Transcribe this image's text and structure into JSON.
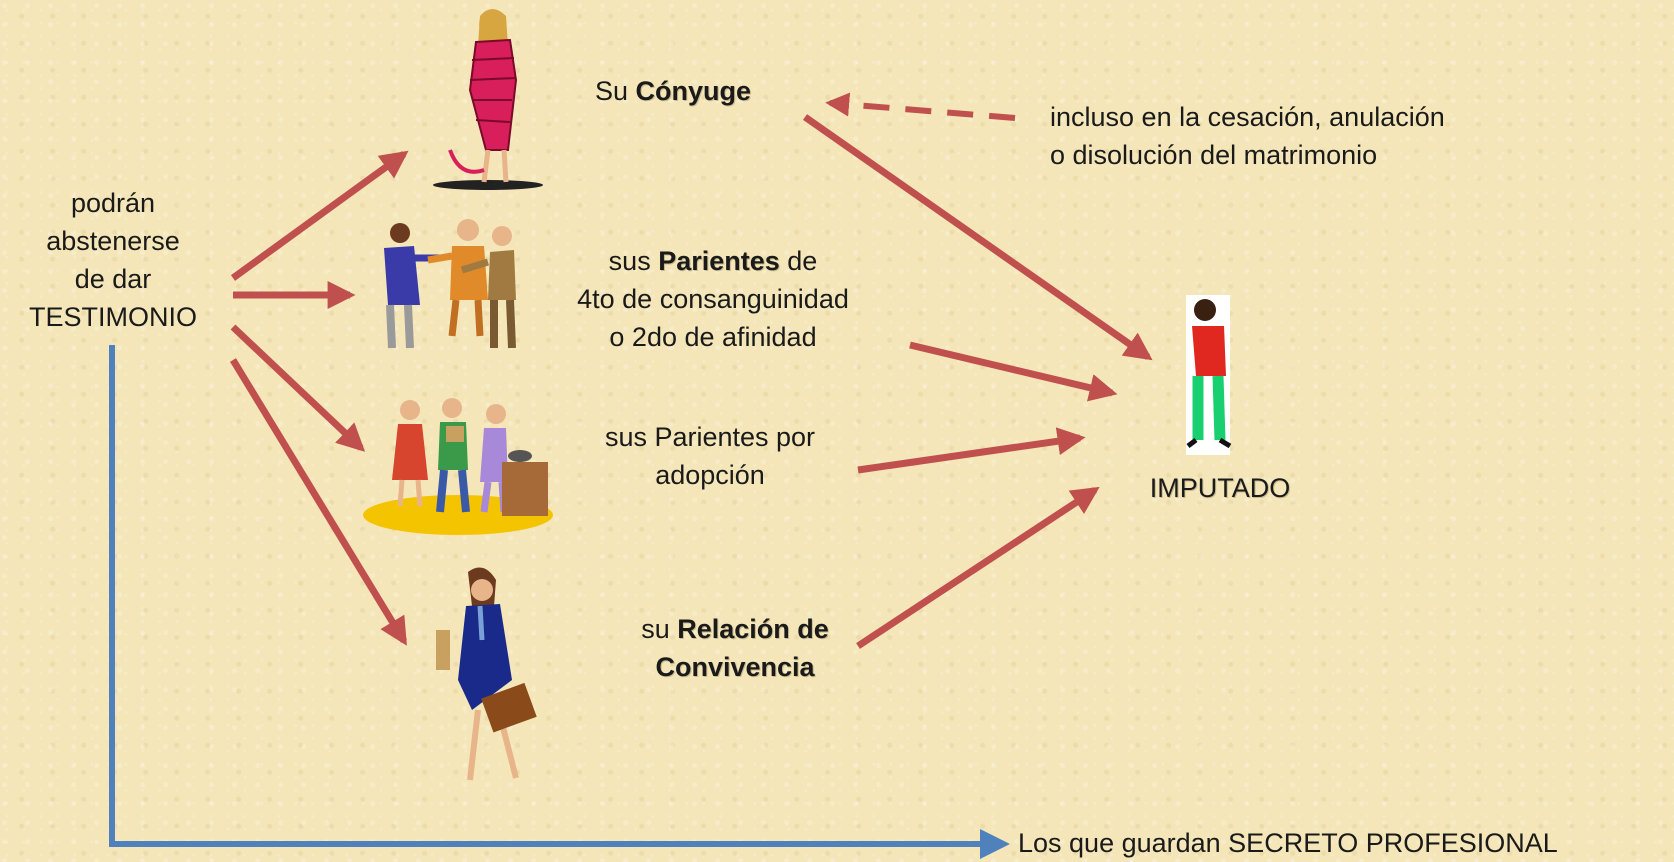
{
  "left_label": {
    "line1": "podrán",
    "line2": "abstenerse",
    "line3": "de dar",
    "line4": "TESTIMONIO"
  },
  "spouse": {
    "prefix": "Su ",
    "bold": "Cónyuge"
  },
  "spouse_note": {
    "line1": "incluso en la cesación, anulación",
    "line2": "o disolución del matrimonio"
  },
  "relatives": {
    "prefix": "sus ",
    "bold": "Parientes",
    "suffix": " de",
    "line2": "4to de consanguinidad",
    "line3": "o 2do de afinidad"
  },
  "adoption": {
    "line1": "sus Parientes por",
    "line2": "adopción"
  },
  "cohabitation": {
    "prefix": "su ",
    "bold1": "Relación de",
    "bold2": "Convivencia"
  },
  "accused": {
    "label": "IMPUTADO"
  },
  "professional_secret": {
    "label": "Los que guardan SECRETO PROFESIONAL"
  },
  "colors": {
    "red_arrow": "#c0504d",
    "blue_arrow": "#4f81bd",
    "background": "#f4e6b8"
  }
}
